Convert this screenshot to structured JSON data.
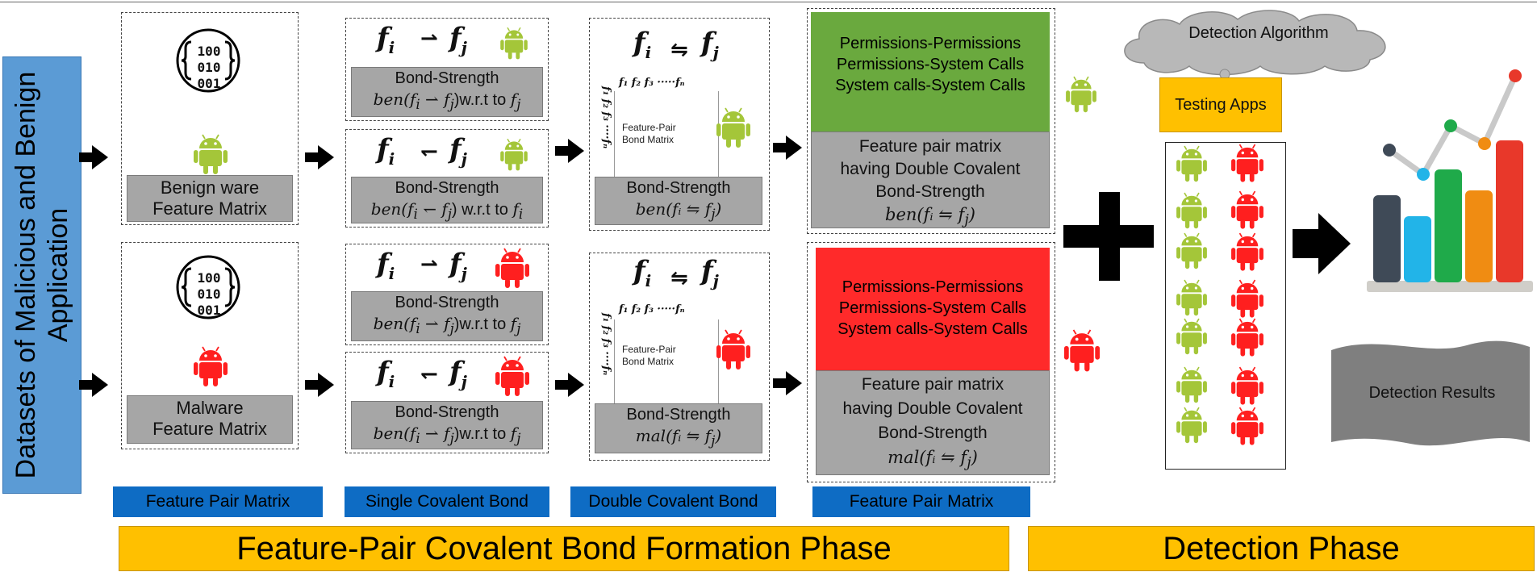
{
  "sidebar": {
    "label": "Datasets of Malicious and Benign Application"
  },
  "feature_matrix": {
    "benign_label": "Benign ware Feature Matrix",
    "benign_label_l1": "Benign ware",
    "benign_label_l2": "Feature Matrix",
    "malware_label_l1": "Malware",
    "malware_label_l2": "Feature Matrix",
    "binary_rows": [
      "100",
      "010",
      "001"
    ]
  },
  "math": {
    "fi": "f",
    "fi_sub": "i",
    "fj": "f",
    "fj_sub": "j"
  },
  "single_bond": {
    "title": "Bond-Strength",
    "benign_top_formula": "ben(fi ⇀ fj) w.r.t to fj",
    "benign_top_l1": "ben(f",
    "benign_top_i": "i",
    "benign_top_l2": " ⇀ f",
    "benign_top_j": "j",
    "benign_top_tail": ")w.r.t to ",
    "benign_bottom_mid": " ↽ f",
    "benign_bottom_tail": ") w.r.t to ",
    "wrt": "w.r.t to"
  },
  "double_bond": {
    "title": "Bond-Strength",
    "matrix_label_l1": "Feature-Pair",
    "matrix_label_l2": "Bond Matrix",
    "col_header": "f₁ f₂ f₃ ·····fₙ",
    "row_header": "f₁ f₂ f₃ ····fₙ",
    "benign_formula_prefix": "ben",
    "malware_formula_prefix": "mal",
    "formula_body": "(fᵢ ⇋ f",
    "formula_j": "j",
    "formula_close": ")"
  },
  "feature_pair_result": {
    "perm_lines": [
      "Permissions-Permissions",
      "Permissions-System Calls",
      "System calls-System Calls"
    ],
    "desc_l1": "Feature pair matrix",
    "desc_l2_benign": "having Double Covalent",
    "desc_l2_malware": "having Double  Covalent",
    "desc_l3": "Bond-Strength",
    "benign_formula_prefix": "ben",
    "malware_formula_prefix": "mal"
  },
  "detection": {
    "cloud_label": "Detection Algorithm",
    "testing_label": "Testing Apps",
    "results_label": "Detection Results"
  },
  "bottom_labels": {
    "feature_pair_matrix_1": "Feature Pair Matrix",
    "single_covalent_bond": "Single Covalent Bond",
    "double_covalent_bond": "Double Covalent Bond",
    "feature_pair_matrix_2": "Feature Pair Matrix"
  },
  "phases": {
    "formation": "Feature-Pair Covalent Bond Formation Phase",
    "detection": "Detection Phase"
  },
  "colors": {
    "android_green": "#a4c639",
    "android_red": "#ff1f1f",
    "sidebar_blue": "#5b9bd5",
    "label_blue": "#0e6cc4",
    "phase_yellow": "#ffc000",
    "gray_box": "#a6a6a6",
    "perm_green": "#6aa93e",
    "perm_red": "#ff2a2a"
  },
  "icons": [
    "binary-matrix-icon",
    "android-icon",
    "arrow-right-icon",
    "plus-icon",
    "cloud-icon",
    "bar-chart-icon",
    "wave-banner-icon"
  ]
}
